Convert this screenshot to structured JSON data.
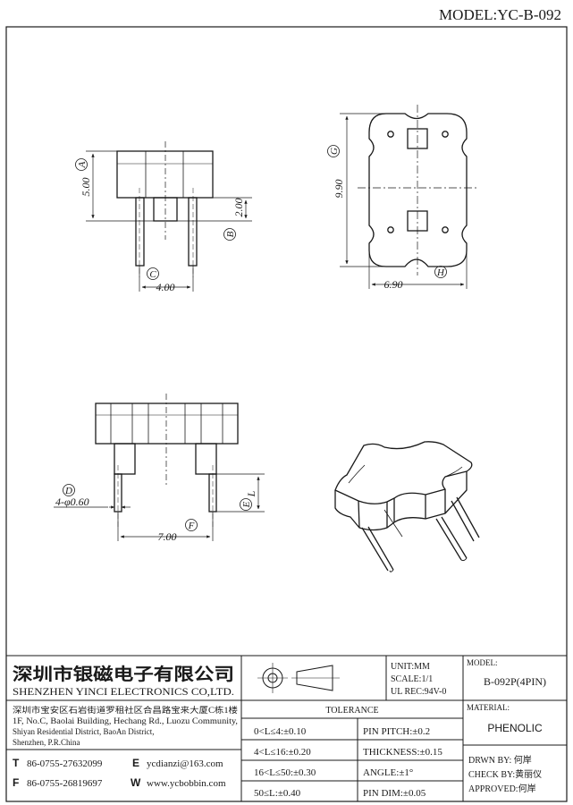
{
  "model_header": "MODEL:YC-B-092",
  "dimensions": {
    "height_a": "5.00",
    "pin_b": "2.00",
    "spacing_c": "4.00",
    "length_g": "9.90",
    "width_h": "6.90",
    "pin_d": "4-φ0.60",
    "pin_l": "L",
    "spacing_f": "7.00"
  },
  "labels": {
    "a": "A",
    "b": "B",
    "c": "C",
    "d": "D",
    "e": "E",
    "f": "F",
    "g": "G",
    "h": "H"
  },
  "company": {
    "name_cn": "深圳市银磁电子有限公司",
    "name_en": "SHENZHEN YINCI ELECTRONICS CO,LTD.",
    "address_cn": "深圳市宝安区石岩街道罗租社区合昌路宝来大厦C栋1楼",
    "address_en_1": "1F, No.C, Baolai Building, Hechang Rd., Luozu Community,",
    "address_en_2": "Shiyan Residential District, BaoAn District,",
    "address_en_3": "Shenzhen, P.R.China",
    "tel_label": "T",
    "tel": "86-0755-27632099",
    "fax_label": "F",
    "fax": "86-0755-26819697",
    "email_label": "E",
    "email": "ycdianzi@163.com",
    "web_label": "W",
    "web": "www.ycbobbin.com"
  },
  "specs": {
    "unit": "UNIT:MM",
    "scale": "SCALE:1/1",
    "ul": "UL REC:94V-0"
  },
  "model_box": {
    "label": "MODEL:",
    "value": "B-092P(4PIN)"
  },
  "material_box": {
    "label": "MATERIAL:",
    "value": "PHENOLIC"
  },
  "tolerance": {
    "title": "TOLERANCE",
    "rows_left": [
      "0<L≤4:±0.10",
      "4<L≤16:±0.20",
      "16<L≤50:±0.30",
      "50≤L:±0.40"
    ],
    "rows_right": [
      "PIN PITCH:±0.2",
      "THICKNESS:±0.15",
      "ANGLE:±1°",
      "PIN DIM:±0.05"
    ]
  },
  "approvals": {
    "drawn": "DRWN BY: 何岸",
    "check": "CHECK BY:黄丽仪",
    "approved": "APPROVED:何岸"
  }
}
